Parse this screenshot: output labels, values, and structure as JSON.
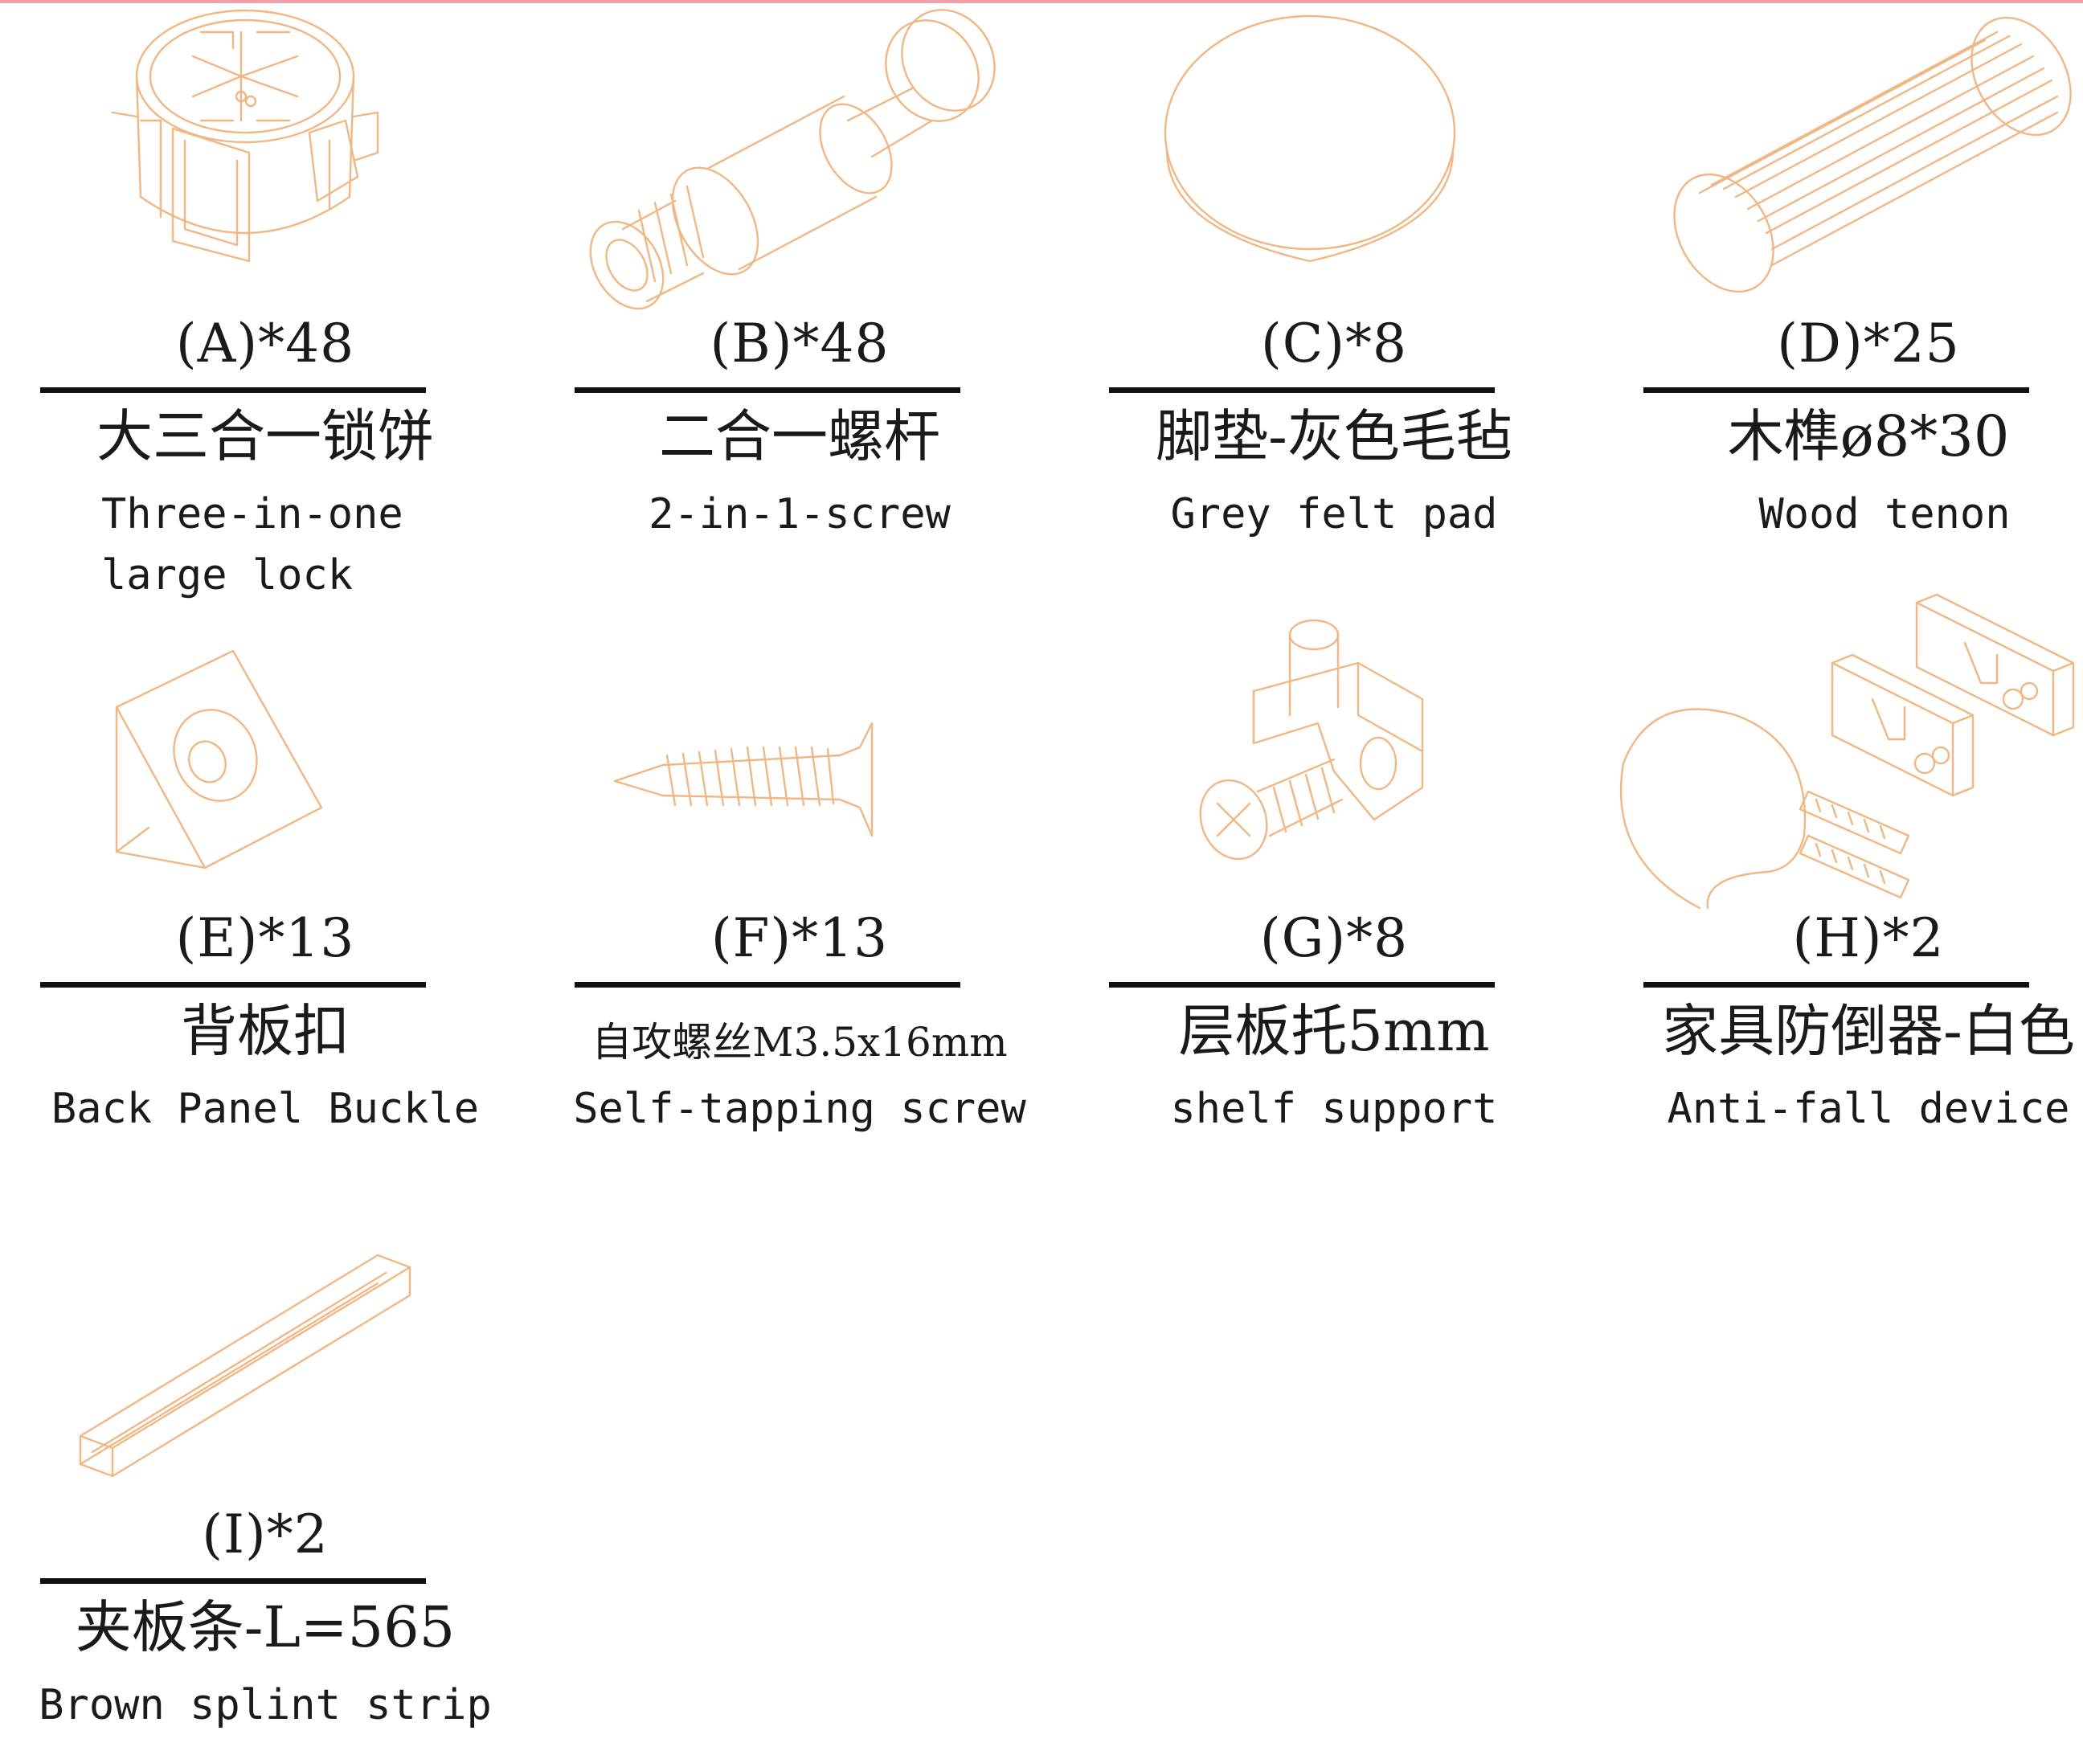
{
  "colors": {
    "line_art": "#f0b784",
    "text": "#1a1a1a",
    "rule": "#111111",
    "top_border": "#f0a0a8"
  },
  "parts": [
    {
      "code": "(A)*48",
      "name_cn": "大三合一锁饼",
      "name_en": "Three-in-one large lock",
      "icon": "cam-lock-icon"
    },
    {
      "code": "(B)*48",
      "name_cn": "二合一螺杆",
      "name_en": "2-in-1-screw",
      "icon": "connector-bolt-icon"
    },
    {
      "code": "(C)*8",
      "name_cn": "脚垫-灰色毛毡",
      "name_en": "Grey felt pad",
      "icon": "felt-pad-icon"
    },
    {
      "code": "(D)*25",
      "name_cn": "木榫ø8*30",
      "name_en": "Wood tenon",
      "icon": "wood-dowel-icon"
    },
    {
      "code": "(E)*13",
      "name_cn": "背板扣",
      "name_en": "Back Panel Buckle",
      "icon": "panel-buckle-icon"
    },
    {
      "code": "(F)*13",
      "name_cn": "自攻螺丝M3.5x16mm",
      "name_en": "Self-tapping screw",
      "icon": "tapping-screw-icon"
    },
    {
      "code": "(G)*8",
      "name_cn": "层板托5mm",
      "name_en": "shelf support",
      "icon": "shelf-support-icon"
    },
    {
      "code": "(H)*2",
      "name_cn": "家具防倒器-白色",
      "name_en": "Anti-fall device",
      "icon": "anti-tip-kit-icon"
    },
    {
      "code": "(I)*2",
      "name_cn": "夹板条-L=565",
      "name_en": "Brown splint strip",
      "icon": "splint-strip-icon"
    }
  ]
}
